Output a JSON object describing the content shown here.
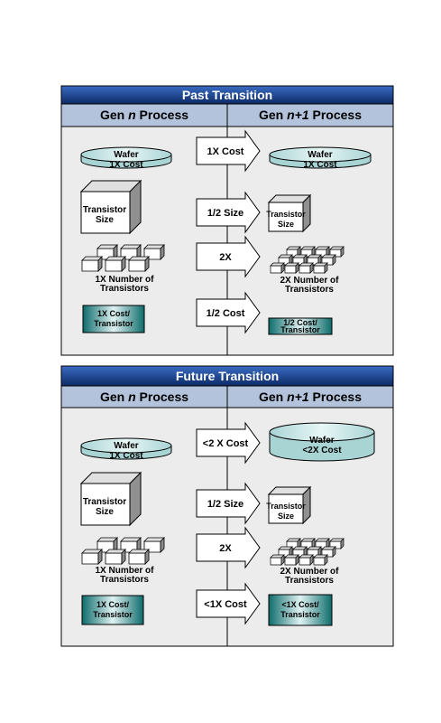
{
  "panels": [
    {
      "title": "Past Transition",
      "col_left": {
        "gen": "Gen ",
        "sym": "n",
        "rest": " Process"
      },
      "col_right": {
        "gen": "Gen ",
        "sym": "n+1",
        "rest": " Process"
      },
      "rows": {
        "wafer": {
          "left": [
            "Wafer",
            "1X Cost"
          ],
          "arrow": "1X Cost",
          "right": [
            "Wafer",
            "1X Cost"
          ]
        },
        "size": {
          "left": [
            "Transistor",
            "Size"
          ],
          "arrow": "1/2 Size",
          "right": [
            "Transistor",
            "Size"
          ]
        },
        "count": {
          "left": [
            "1X Number of",
            "Transistors"
          ],
          "arrow": "2X",
          "right": [
            "2X Number of",
            "Transistors"
          ]
        },
        "cost": {
          "left": [
            "1X Cost/",
            "Transistor"
          ],
          "arrow": "1/2 Cost",
          "right": [
            "1/2 Cost/",
            "Transistor"
          ]
        }
      }
    },
    {
      "title": "Future Transition",
      "col_left": {
        "gen": "Gen ",
        "sym": "n",
        "rest": " Process"
      },
      "col_right": {
        "gen": "Gen ",
        "sym": "n+1",
        "rest": " Process"
      },
      "rows": {
        "wafer": {
          "left": [
            "Wafer",
            "1X Cost"
          ],
          "arrow": "<2 X Cost",
          "right": [
            "Wafer",
            "<2X Cost"
          ]
        },
        "size": {
          "left": [
            "Transistor",
            "Size"
          ],
          "arrow": "1/2 Size",
          "right": [
            "Transistor",
            "Size"
          ]
        },
        "count": {
          "left": [
            "1X Number of",
            "Transistors"
          ],
          "arrow": "2X",
          "right": [
            "2X Number of",
            "Transistors"
          ]
        },
        "cost": {
          "left": [
            "1X Cost/",
            "Transistor"
          ],
          "arrow": "<1X Cost",
          "right": [
            "<1X Cost/",
            "Transistor"
          ]
        }
      }
    }
  ],
  "colors": {
    "title_bar_top": "#3a6cc4",
    "title_bar_bottom": "#0d2a66",
    "header_band": "#b4c3dc",
    "panel_body": "#ececec",
    "wafer_fill": "#cfe8e8",
    "teal_dark": "#0e6b6b",
    "teal_light": "#dff2f2"
  }
}
